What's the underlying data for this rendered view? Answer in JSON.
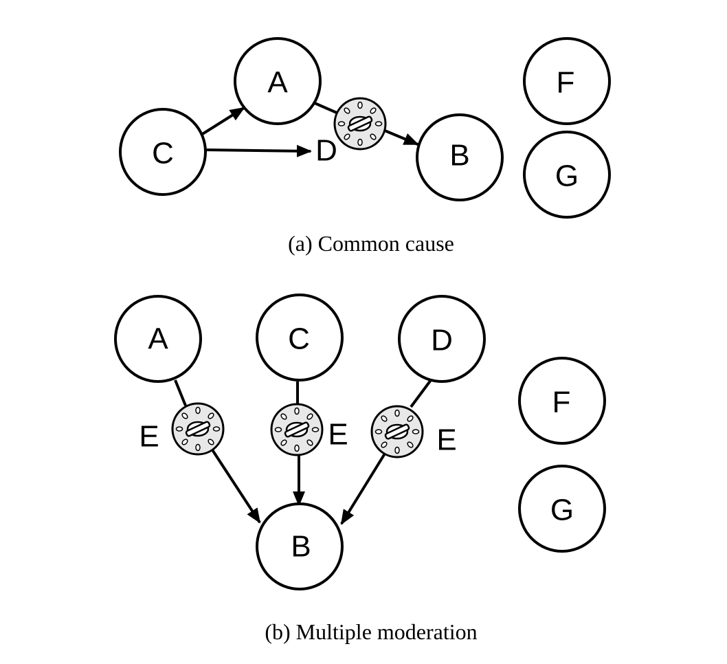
{
  "panel_a": {
    "caption": "(a) Common cause",
    "nodes": {
      "A": "A",
      "B": "B",
      "C": "C",
      "F": "F",
      "G": "G"
    },
    "edge_label_d": "D"
  },
  "panel_b": {
    "caption": "(b) Multiple moderation",
    "nodes": {
      "A": "A",
      "B": "B",
      "C": "C",
      "D": "D",
      "F": "F",
      "G": "G"
    },
    "moderator_labels": [
      "E",
      "E",
      "E"
    ]
  }
}
